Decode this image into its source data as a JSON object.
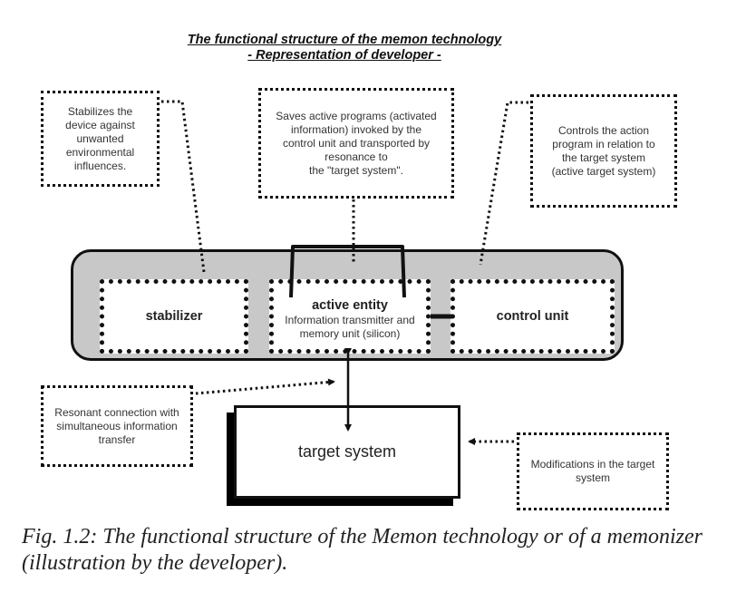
{
  "title": {
    "line1": "The functional structure of the memon technology",
    "line2": "- Representation of developer -"
  },
  "annotations": {
    "stabilizer_note": "Stabilizes the\ndevice against\nunwanted\nenvironmental\ninfluences.",
    "active_entity_note": "Saves active programs (activated\ninformation) invoked by the\ncontrol unit and transported by\nresonance to\nthe \"target system\".",
    "control_unit_note": "Controls the action\nprogram in relation to\nthe target system\n(active target system)",
    "resonant_note": "Resonant connection with\nsimultaneous information\ntransfer",
    "modifications_note": "Modifications in the target\nsystem"
  },
  "components": {
    "stabilizer": {
      "label": "stabilizer"
    },
    "active_entity": {
      "label": "active entity",
      "sublabel": "Information transmitter and\nmemory unit (silicon)"
    },
    "control_unit": {
      "label": "control unit"
    },
    "target_system": {
      "label": "target system"
    }
  },
  "caption": "Fig. 1.2: The functional structure of the Memon technology or of a memonizer (illustration by the developer).",
  "colors": {
    "container_fill": "#c8c8c8",
    "line": "#111111",
    "background": "#ffffff"
  }
}
